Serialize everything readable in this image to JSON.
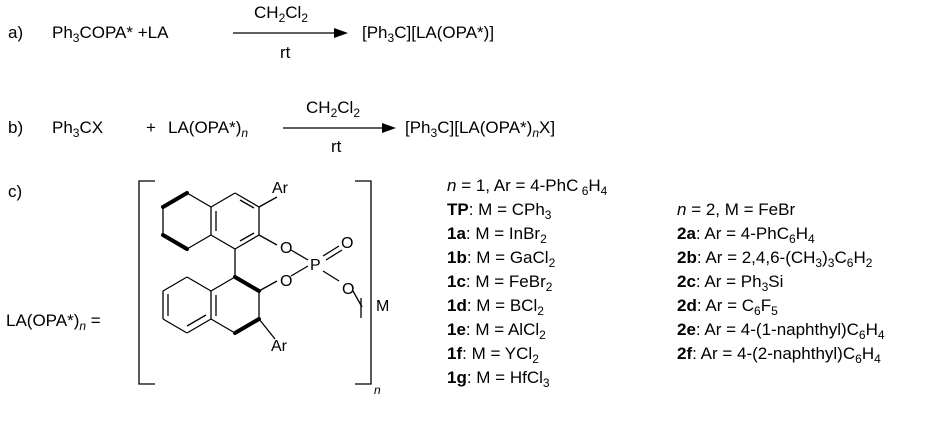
{
  "reaction_a": {
    "label": "a)",
    "reactant_html": "Ph<sub>3</sub>COPA* +LA",
    "solvent_html": "CH<sub>2</sub>Cl<sub>2</sub>",
    "condition": "rt",
    "product_html": "[Ph<sub>3</sub>C][LA(OPA*)]"
  },
  "reaction_b": {
    "label": "b)",
    "reactant1_html": "Ph<sub>3</sub>CX",
    "plus": "+",
    "reactant2_html": "LA(OPA*)<sub><i>n</i></sub>",
    "solvent_html": "CH<sub>2</sub>Cl<sub>2</sub>",
    "condition": "rt",
    "product_html": "[Ph<sub>3</sub>C][LA(OPA*)<sub><i>n</i></sub>X]"
  },
  "structure_c": {
    "label": "c)",
    "lhs_html": "LA(OPA*)<sub><i>n</i></sub> =",
    "atom_ar_top": "Ar",
    "atom_ar_bottom": "Ar",
    "atom_o1": "O",
    "atom_o2": "O",
    "atom_o3": "O",
    "atom_o4": "O",
    "atom_p": "P",
    "atom_m": "M",
    "bracket_n": "n"
  },
  "list_n1": {
    "header_html": "<i>n</i> = 1, Ar = 4-PhC<sub> 6</sub>H<sub>4</sub>",
    "items_html": [
      "<b>TP</b>: M = CPh<sub>3</sub>",
      "<b>1a</b>: M = InBr<sub>2</sub>",
      "<b>1b</b>: M = GaCl<sub>2</sub>",
      "<b>1c</b>: M = FeBr<sub>2</sub>",
      "<b>1d</b>: M = BCl<sub>2</sub>",
      "<b>1e</b>: M = AlCl<sub>2</sub>",
      "<b>1f</b>: M = YCl<sub>2</sub>",
      "<b>1g</b>: M = HfCl<sub>3</sub>"
    ]
  },
  "list_n2": {
    "header_html": "<i>n</i> = 2, M = FeBr",
    "items_html": [
      "<b>2a</b>: Ar = 4-PhC<sub>6</sub>H<sub>4</sub>",
      "<b>2b</b>: Ar = 2,4,6-(CH<sub>3</sub>)<sub>3</sub>C<sub>6</sub>H<sub>2</sub>",
      "<b>2c</b>: Ar = Ph<sub>3</sub>Si",
      "<b>2d</b>: Ar = C<sub>6</sub>F<sub>5</sub>",
      "<b>2e</b>: Ar = 4-(1-naphthyl)C<sub>6</sub>H<sub>4</sub>",
      "<b>2f</b>: Ar = 4-(2-naphthyl)C<sub>6</sub>H<sub>4</sub>"
    ]
  }
}
